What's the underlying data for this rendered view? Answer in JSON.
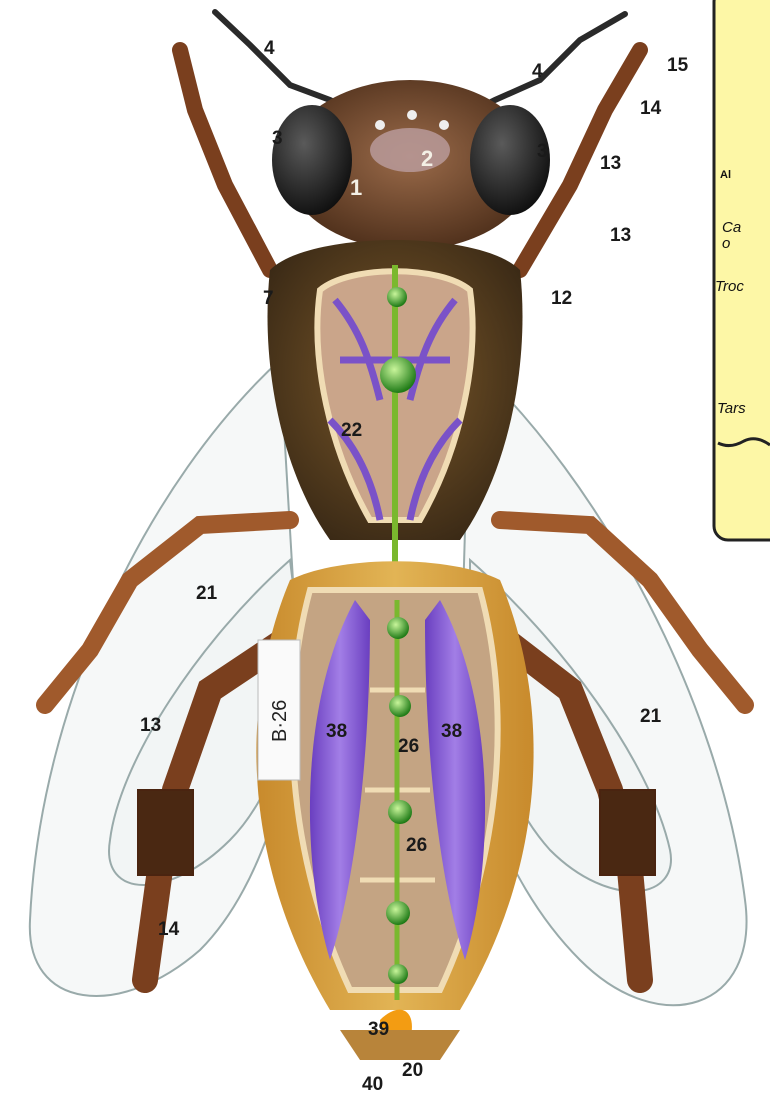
{
  "diagram": {
    "colors": {
      "background": "#ffffff",
      "legend_box": "#fdf7a6",
      "cuticle": "#9a5a2a",
      "hair": "#6b3d1c",
      "nerve_cord": "#7ab82e",
      "ganglion": "#3aa827",
      "trachea": "#7a52c8",
      "air_sac": "#8c5bd6",
      "sting": "#f39c12",
      "wing": "#e8eef0"
    },
    "tag_label": "B·26",
    "labels": {
      "head_1": "1",
      "head_2": "2",
      "eye_left": "3",
      "eye_right": "3",
      "antenna_left": "4",
      "antenna_right": "4",
      "left_7": "7",
      "right_12": "12",
      "right_13_a": "13",
      "right_13_b": "13",
      "right_14": "14",
      "right_15": "15",
      "left_13": "13",
      "left_14": "14",
      "wing_left": "21",
      "wing_right": "21",
      "thorax_22": "22",
      "abd_26_a": "26",
      "abd_26_b": "26",
      "sac_left": "38",
      "sac_right": "38",
      "tip_39": "39",
      "tip_40": "40",
      "tip_20": "20"
    },
    "inset": {
      "al": "Al",
      "ca": "Ca",
      "o": "o",
      "troc": "Troc",
      "tars": "Tars"
    }
  }
}
